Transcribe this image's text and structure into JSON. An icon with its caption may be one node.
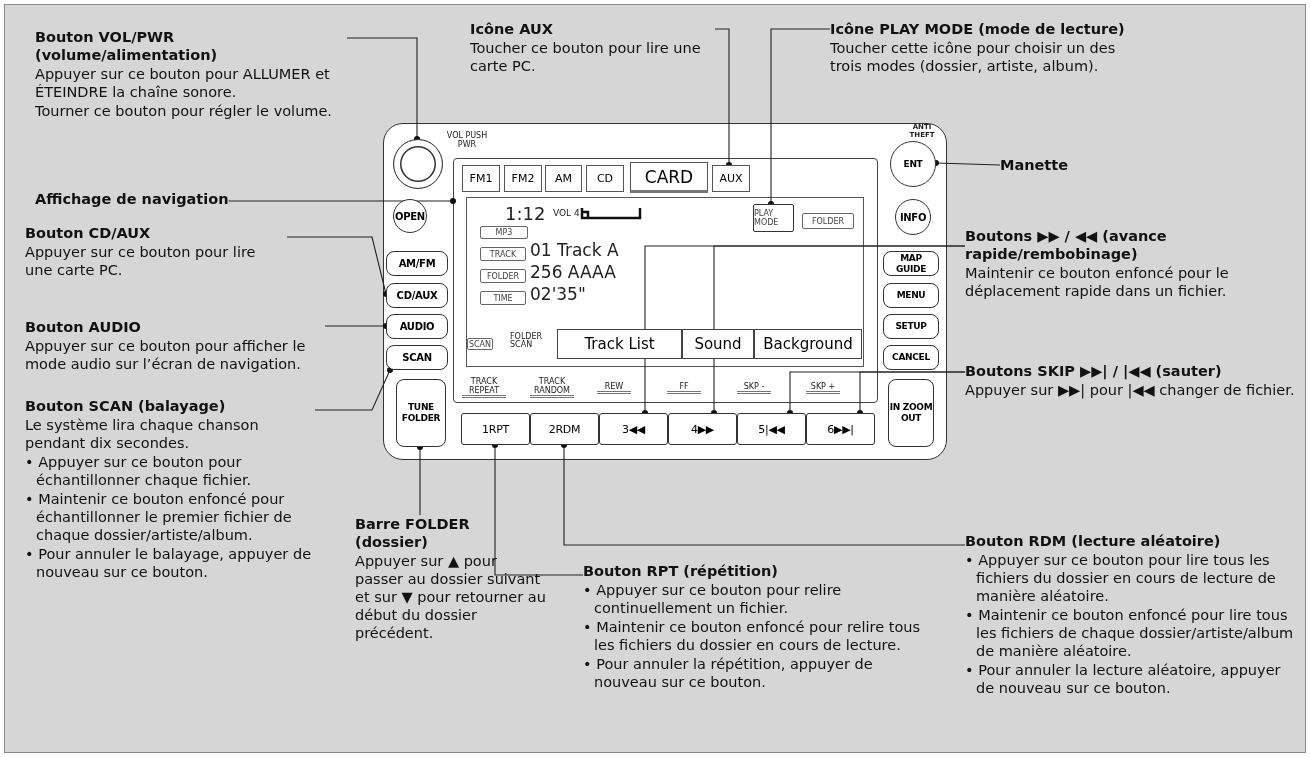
{
  "diagram": {
    "nodes": [
      {
        "text": [
          "Bouton VOL/PWR (volume/alimentation)",
          "Appuyer sur ce bouton pour ALLUMER et ÉTEINDRE la chaîne sonore.",
          "Tourner ce bouton pour régler le volume."
        ]
      },
      {
        "text": [
          "Affichage de navigation"
        ]
      },
      {
        "text": [
          "Bouton CD/AUX",
          "Appuyer sur ce bouton pour lire une carte PC."
        ]
      },
      {
        "text": [
          "Bouton AUDIO",
          "Appuyer sur ce bouton pour afficher le mode audio sur l’écran de navigation."
        ]
      },
      {
        "text": [
          "Bouton SCAN (balayage)",
          "Le système lira chaque chanson pendant dix secondes.",
          "• Appuyer sur ce bouton pour échantillonner chaque fichier.",
          "• Maintenir ce bouton enfoncé pour échantillonner le premier fichier de chaque dossier/artiste/album.",
          "• Pour annuler le balayage, appuyer de nouveau sur ce bouton."
        ]
      },
      {
        "text": [
          "Barre FOLDER (dossier)",
          "Appuyer sur ▲ pour passer au dossier suivant et sur ▼ pour retourner au début du dossier précédent."
        ]
      },
      {
        "text": [
          "Bouton RPT (répétition)",
          "• Appuyer sur ce bouton pour relire continuellement un fichier.",
          "• Maintenir ce bouton enfoncé pour relire tous les fichiers du dossier en cours de lecture.",
          "• Pour annuler la répétition, appuyer de nouveau sur ce bouton."
        ]
      },
      {
        "text": [
          "Icône AUX",
          "Toucher ce bouton pour lire une carte PC."
        ]
      },
      {
        "text": [
          "Icône PLAY MODE (mode de lecture)",
          "Toucher cette icône pour choisir un des trois modes (dossier, artiste, album)."
        ]
      },
      {
        "text": [
          "Manette"
        ]
      },
      {
        "text": [
          "Boutons ▶▶ / ◀◀ (avance rapide/rembobinage)",
          "Maintenir ce bouton enfoncé pour le déplacement rapide dans un fichier."
        ]
      },
      {
        "text": [
          "Boutons SKIP ▶▶| / |◀◀ (sauter)",
          "Appuyer sur ▶▶| pour |◀◀ changer de fichier."
        ]
      },
      {
        "text": [
          "Bouton RDM (lecture aléatoire)",
          "• Appuyer sur ce bouton pour lire tous les fichiers du dossier en cours de lecture de manière aléatoire.",
          "• Maintenir ce bouton enfoncé pour lire tous les fichiers de chaque dossier/artiste/album de manière aléatoire.",
          "• Pour annuler la lecture aléatoire, appuyer de nouveau sur ce bouton."
        ]
      },
      {
        "text": [],
        "shape": "box"
      },
      {
        "text": [],
        "shape": "circle",
        "in": 13
      },
      {
        "text": [
          "OPEN"
        ],
        "in": 13
      },
      {
        "text": [
          "AM/FM"
        ],
        "in": 13
      },
      {
        "text": [
          "CD/AUX"
        ],
        "in": 13
      },
      {
        "text": [
          "AUDIO"
        ],
        "in": 13
      },
      {
        "text": [
          "SCAN"
        ],
        "in": 13
      },
      {
        "text": [
          "TUNE FOLDER"
        ],
        "in": 13
      },
      {
        "text": [],
        "shape": "box",
        "in": 13
      },
      {
        "text": [
          "FM1"
        ],
        "in": 21
      },
      {
        "text": [
          "FM2"
        ],
        "in": 21
      },
      {
        "text": [
          "AM"
        ],
        "in": 21
      },
      {
        "text": [
          "CD"
        ],
        "in": 21
      },
      {
        "text": [
          "CARD"
        ],
        "in": 21
      },
      {
        "text": [
          "AUX"
        ],
        "in": 21
      },
      {
        "text": [
          "MP3"
        ],
        "in": 21
      },
      {
        "text": [
          "TRACK"
        ],
        "in": 21
      },
      {
        "text": [
          "FOLDER"
        ],
        "in": 21
      },
      {
        "text": [
          "TIME"
        ],
        "in": 21
      },
      {
        "text": [
          "PLAY MODE"
        ],
        "in": 21
      },
      {
        "text": [
          "FOLDER"
        ],
        "in": 21
      },
      {
        "text": [
          "SCAN"
        ],
        "in": 21
      },
      {
        "text": [
          "Track List"
        ],
        "in": 21
      },
      {
        "text": [
          "Sound"
        ],
        "in": 21
      },
      {
        "text": [
          "Background"
        ],
        "in": 21
      },
      {
        "text": [
          "1RPT"
        ],
        "in": 13
      },
      {
        "text": [
          "2RDM"
        ],
        "in": 13
      },
      {
        "text": [
          "3◀◀"
        ],
        "in": 13
      },
      {
        "text": [
          "4▶▶"
        ],
        "in": 13
      },
      {
        "text": [
          "5|◀◀"
        ],
        "in": 13
      },
      {
        "text": [
          "6▶▶|"
        ],
        "in": 13
      },
      {
        "text": [
          "ENT"
        ],
        "in": 13,
        "beside": [
          "ANTI THEFT"
        ]
      },
      {
        "text": [
          "INFO"
        ],
        "in": 13
      },
      {
        "text": [
          "MAP GUIDE"
        ],
        "in": 13
      },
      {
        "text": [
          "MENU"
        ],
        "in": 13
      },
      {
        "text": [
          "SETUP"
        ],
        "in": 13
      },
      {
        "text": [
          "CANCEL"
        ],
        "in": 13
      },
      {
        "text": [
          "IN ZOOM OUT"
        ],
        "in": 13
      }
    ],
    "edges": [
      {
        "from": 0,
        "to": 14,
        "arrow": "other"
      },
      {
        "from": 1,
        "to": 21,
        "arrow": "other"
      },
      {
        "from": 2,
        "to": 17,
        "arrow": "other"
      },
      {
        "from": 3,
        "to": 18,
        "arrow": "other"
      },
      {
        "from": 4,
        "to": 19,
        "arrow": "other"
      },
      {
        "from": 5,
        "to": 20,
        "arrow": "other"
      },
      {
        "from": 6,
        "to": 38,
        "arrow": "other"
      },
      {
        "from": 7,
        "to": 27,
        "arrow": "other"
      },
      {
        "from": 8,
        "to": 32,
        "arrow": "other"
      },
      {
        "from": 9,
        "to": 44,
        "arrow": "other"
      },
      {
        "from": 10,
        "to": 40,
        "arrow": "other"
      },
      {
        "from": 10,
        "to": 41,
        "arrow": "other"
      },
      {
        "from": 11,
        "to": 42,
        "arrow": "other"
      },
      {
        "from": 11,
        "to": 43,
        "arrow": "other"
      },
      {
        "from": 12,
        "to": 39,
        "arrow": "other"
      }
    ],
    "labels": [
      "VOL PUSH PWR",
      "1:12",
      "VOL 4",
      "01 Track A",
      "256 AAAA",
      "02'35\"",
      "FOLDER SCAN",
      "TRACK REPEAT",
      "TRACK RANDOM",
      "REW",
      "FF",
      "SKP -",
      "SKP +"
    ]
  }
}
